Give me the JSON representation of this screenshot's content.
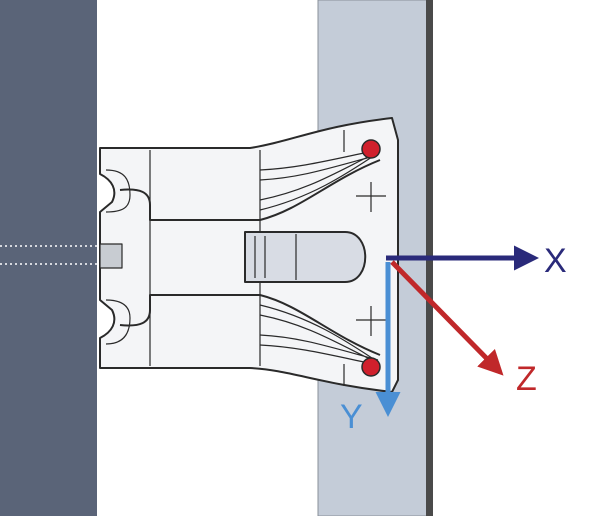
{
  "colors": {
    "left_wall": "#5a6478",
    "right_panel": "#c4ccd8",
    "right_panel_edge": "#4a4a4a",
    "bracket_fill": "#f4f5f7",
    "bracket_stroke": "#2a2a2a",
    "pivot_points": "#d0202c",
    "x_axis": "#2a2a7a",
    "y_axis": "#4a8fd4",
    "z_axis": "#c0282a"
  },
  "axes": {
    "x_label": "X",
    "y_label": "Y",
    "z_label": "Z"
  }
}
